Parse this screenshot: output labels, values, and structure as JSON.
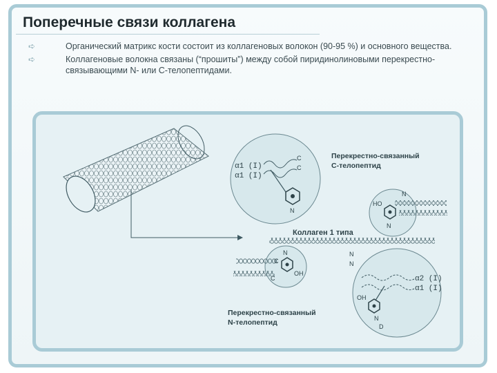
{
  "slide": {
    "title": "Поперечные связи коллагена",
    "bullets": [
      "Органический матрикс кости состоит из коллагеновых волокон (90-95 %) и основного вещества.",
      "Коллагеновые волокна связаны (“прошиты”) между собой пиридинолиновыми перекрестно-связывающими N- или С-телопептидами."
    ]
  },
  "diagram": {
    "c_telopeptide_label_1": "Перекрестно-связанный",
    "c_telopeptide_label_2": "С-телопептид",
    "n_telopeptide_label_1": "Перекрестно-связанный",
    "n_telopeptide_label_2": "N-телопептид",
    "collagen_label": "Коллаген 1 типа",
    "top_circle": {
      "chain1": "α1 (I)",
      "chain2": "α1 (I)",
      "c1": "C",
      "c2": "C",
      "n": "N"
    },
    "right_small": {
      "ho": "HO",
      "n_top": "N",
      "n_bottom": "N"
    },
    "left_small": {
      "n_top": "N",
      "c1": "C",
      "oh": "OH",
      "c2": "C"
    },
    "mid_ns": {
      "n1": "N",
      "n2": "N"
    },
    "bottom_circle": {
      "chain1": "α2 (I)",
      "chain2": "α1 (I)",
      "oh": "OH",
      "n1": "N",
      "n2": "D"
    }
  },
  "colors": {
    "frame": "#a9cbd6",
    "panel": "#e6f1f4",
    "line": "#3f5a62",
    "circle": "#d7e8ec"
  }
}
